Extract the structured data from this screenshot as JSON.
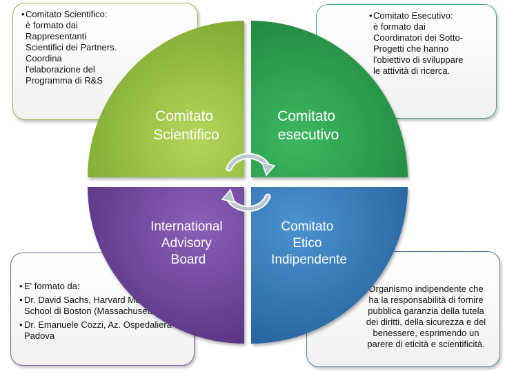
{
  "diagram": {
    "quadrants": [
      {
        "id": "tl",
        "lines": [
          "Comitato",
          "Scientifico"
        ],
        "color": "#8cb83a"
      },
      {
        "id": "tr",
        "lines": [
          "Comitato",
          "esecutivo"
        ],
        "color": "#2c9a4c"
      },
      {
        "id": "bl",
        "lines": [
          "International",
          "Advisory",
          "Board"
        ],
        "color": "#6a3f97"
      },
      {
        "id": "br",
        "lines": [
          "Comitato",
          "Etico",
          "Indipendente"
        ],
        "color": "#2f73b3"
      }
    ],
    "boxes": {
      "top_left": {
        "bullet": "•",
        "lines": [
          "Comitato Scientifico:",
          "è formato dai",
          "Rappresentanti",
          "Scientifici dei Partners.",
          "Coordina",
          "l'elaborazione del",
          "Programma di R&S"
        ]
      },
      "top_right": {
        "bullet": "•",
        "lines": [
          "Comitato Esecutivo:",
          "è formato dai",
          "Coordinatori dei Sotto-",
          "Progetti  che hanno",
          "l'obiettivo di sviluppare",
          "le attività di ricerca."
        ]
      },
      "bottom_left": {
        "items": [
          {
            "bullet": "•",
            "text": "E' formato da:"
          },
          {
            "bullet": "•",
            "text": "Dr. David Sachs, Harvard Medical School di Boston (Massachusetts)"
          },
          {
            "bullet": "•",
            "text": "Dr. Emanuele Cozzi, Az. Ospedaliera di Padova"
          }
        ]
      },
      "bottom_right": {
        "text": "Organismo indipendente che ha la responsabilità di fornire pubblica garanzia della tutela dei diritti, della sicurezza e del benessere, esprimendo un parere di eticità e scientificità."
      }
    }
  }
}
